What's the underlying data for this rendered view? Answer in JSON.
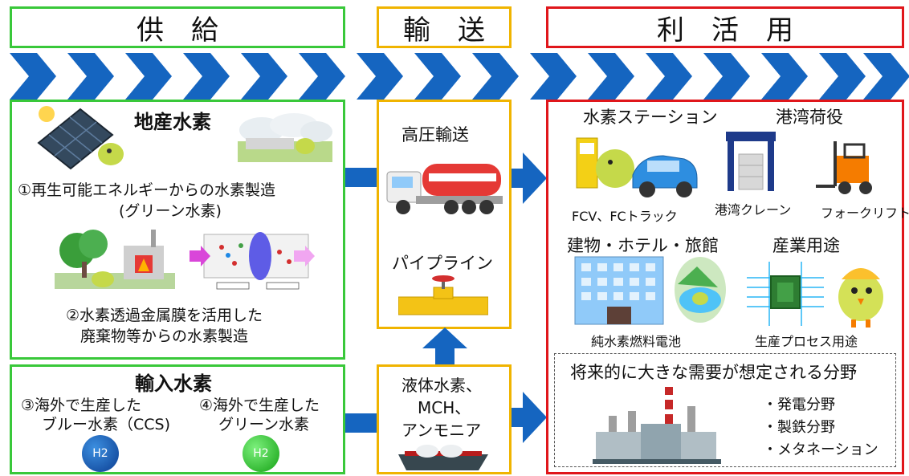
{
  "headers": {
    "supply": "供　給",
    "transport": "輸　送",
    "use": "利　活　用"
  },
  "supply": {
    "local": {
      "title": "地産水素",
      "item1_line1": "①再生可能エネルギーからの水素製造",
      "item1_line2": "(グリーン水素)",
      "item2_line1": "②水素透過金属膜を活用した",
      "item2_line2": "廃棄物等からの水素製造"
    },
    "import": {
      "title": "輸入水素",
      "item3_line1": "③海外で生産した",
      "item3_line2": "ブルー水素（CCS)",
      "item4_line1": "④海外で生産した",
      "item4_line2": "グリーン水素",
      "h2_label_blue": "H2",
      "h2_label_green": "H2"
    }
  },
  "transport": {
    "high_pressure": "高圧輸送",
    "pipeline": "パイプライン",
    "carriers_line1": "液体水素、",
    "carriers_line2": "MCH、",
    "carriers_line3": "アンモニア"
  },
  "use": {
    "station": {
      "title": "水素ステーション",
      "caption": "FCV、FCトラック"
    },
    "port": {
      "title": "港湾荷役",
      "crane": "港湾クレーン",
      "forklift": "フォークリフト"
    },
    "building": {
      "title": "建物・ホテル・旅館",
      "caption": "純水素燃料電池"
    },
    "industry": {
      "title": "産業用途",
      "caption": "生産プロセス用途"
    },
    "future": {
      "title": "将来的に大きな需要が想定される分野",
      "items": [
        "・発電分野",
        "・製鉄分野",
        "・メタネーション"
      ]
    }
  },
  "colors": {
    "supply": "#39c83a",
    "transport": "#f0b400",
    "use": "#e0161b",
    "arrow": "#1565c0"
  }
}
